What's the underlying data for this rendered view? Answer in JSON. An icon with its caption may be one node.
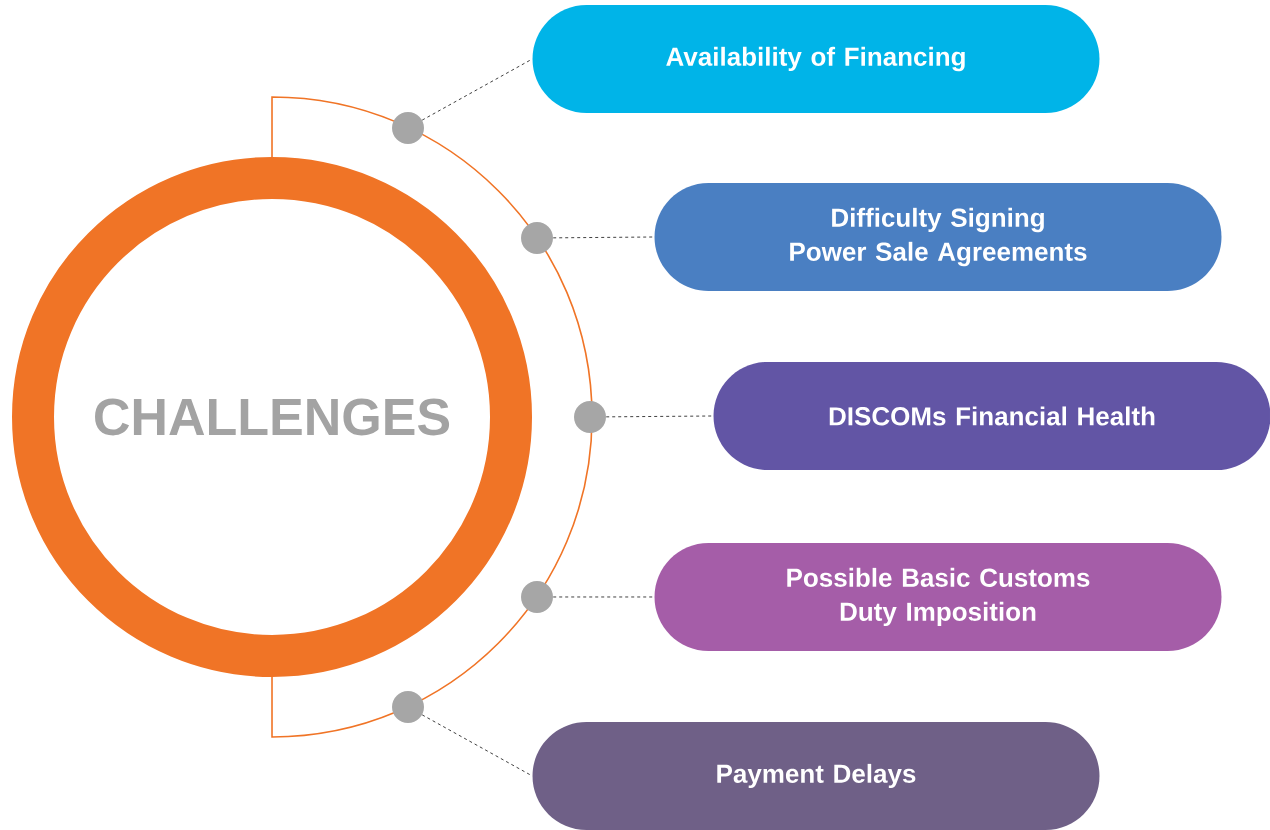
{
  "diagram": {
    "nodes": [
      {
        "text": [
          "CHALLENGES"
        ]
      },
      {
        "text": [
          "Availability of Financing"
        ]
      },
      {
        "text": [
          "Difficulty Signing Power Sale Agreements"
        ]
      },
      {
        "text": [
          "DISCOMs Financial Health"
        ]
      },
      {
        "text": [
          "Possible Basic Customs Duty Imposition"
        ]
      },
      {
        "text": [
          "Payment Delays"
        ]
      },
      {
        "text": [],
        "shape": "circle"
      },
      {
        "text": [],
        "shape": "circle"
      },
      {
        "text": [],
        "shape": "circle"
      },
      {
        "text": [],
        "shape": "circle"
      },
      {
        "text": [],
        "shape": "circle"
      }
    ],
    "edges": [
      {
        "from": 6,
        "to": 1,
        "arrow": "none",
        "style": "dashed"
      },
      {
        "from": 7,
        "to": 2,
        "arrow": "none",
        "style": "dashed"
      },
      {
        "from": 8,
        "to": 3,
        "arrow": "none",
        "style": "dashed"
      },
      {
        "from": 9,
        "to": 4,
        "arrow": "none",
        "style": "dashed"
      },
      {
        "from": 10,
        "to": 5,
        "arrow": "none",
        "style": "dashed"
      }
    ]
  }
}
